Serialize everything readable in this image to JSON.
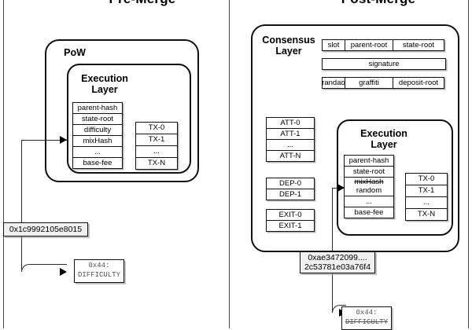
{
  "figure": {
    "left_panel_title": "Pre-Merge",
    "right_panel_title": "Post-Merge"
  },
  "pre_merge": {
    "outer_label": "PoW",
    "execution_layer_label": "Execution\nLayer",
    "header_fields": [
      "parent-hash",
      "state-root",
      "difficulty",
      "mixHash",
      "...",
      "base-fee"
    ],
    "transactions": [
      "TX-0",
      "TX-1",
      "...",
      "TX-N"
    ],
    "value_label": "0x1c9992105e8015",
    "opcode": {
      "code": "0x44:",
      "name": "DIFFICULTY",
      "struck": false
    }
  },
  "post_merge": {
    "consensus_layer_label": "Consensus\nLayer",
    "consensus_header_rows": [
      [
        "slot",
        "parent-root",
        "state-root"
      ],
      [
        "signature"
      ],
      [
        "randao",
        "graffiti",
        "deposit-root"
      ]
    ],
    "attestations": [
      "ATT-0",
      "ATT-1",
      "...",
      "ATT-N"
    ],
    "deposits": [
      "DEP-0",
      "DEP-1"
    ],
    "exits": [
      "EXIT-0",
      "EXIT-1"
    ],
    "execution_layer_label": "Execution\nLayer",
    "header_fields": [
      {
        "label": "parent-hash",
        "struck": false
      },
      {
        "label": "state-root",
        "struck": false
      },
      {
        "label": "mixHash",
        "replacement": "random",
        "struck": true
      },
      {
        "label": "...",
        "struck": false
      },
      {
        "label": "base-fee",
        "struck": false
      }
    ],
    "transactions": [
      "TX-0",
      "TX-1",
      "...",
      "TX-N"
    ],
    "value_label": "0xae3472099....\n2c53781e03a76f4",
    "opcode": {
      "code": "0x44:",
      "name": "DIFFICULTY",
      "struck": true
    }
  },
  "colors": {
    "stroke": "#111111",
    "connector": "#2b2b2b",
    "value_fill": "#f0f0f0",
    "background": "#ffffff"
  }
}
